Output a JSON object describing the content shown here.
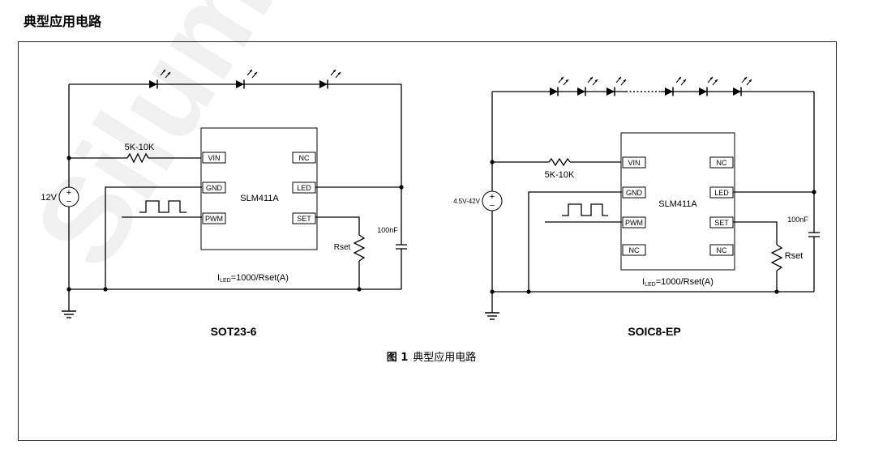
{
  "page_heading": "典型应用电路",
  "figure_caption": {
    "number": "图 1",
    "text": "典型应用电路"
  },
  "watermark": "Silumin",
  "left_circuit": {
    "package_label": "SOT23-6",
    "chip_name": "SLM411A",
    "pins": {
      "vin": "VIN",
      "gnd": "GND",
      "pwm": "PWM",
      "nc": "NC",
      "led": "LED",
      "set": "SET"
    },
    "input_resistor": "5K-10K",
    "supply": "12V",
    "set_resistor": "Rset",
    "capacitor": "100nF",
    "formula_main": "I",
    "formula_sub": "LED",
    "formula_rest": "=1000/Rset(A)"
  },
  "right_circuit": {
    "package_label": "SOIC8-EP",
    "chip_name": "SLM411A",
    "pins": {
      "vin": "VIN",
      "gnd": "GND",
      "pwm": "PWM",
      "nc1": "NC",
      "nc2": "NC",
      "nc3": "NC",
      "led": "LED",
      "set": "SET"
    },
    "input_resistor": "5K-10K",
    "supply": "4.5V-42V",
    "set_resistor": "Rset",
    "capacitor": "100nF",
    "formula_main": "I",
    "formula_sub": "LED",
    "formula_rest": "=1000/Rset(A)"
  }
}
